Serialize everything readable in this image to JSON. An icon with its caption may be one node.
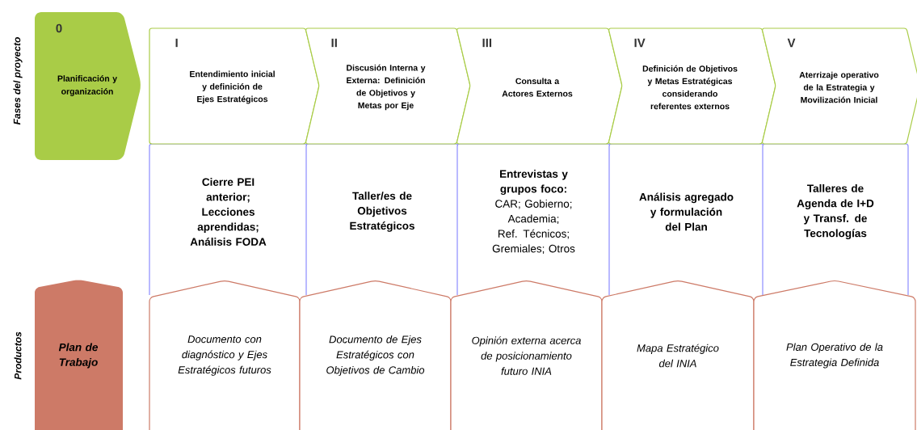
{
  "diagram": {
    "nodes": [
      {
        "text": [
          "0",
          "Planificación y organización"
        ]
      },
      {
        "text": [
          "I",
          "Entendimiento inicial y definición de Ejes Estratégicos"
        ]
      },
      {
        "text": [
          "II",
          "Discusión Interna y Externa: Definición de Objetivos y Metas por Eje"
        ]
      },
      {
        "text": [
          "III",
          "Consulta  a Actores Externos"
        ]
      },
      {
        "text": [
          "IV",
          "Definición de Objetivos y Metas Estratégicas considerando referentes externos"
        ]
      },
      {
        "text": [
          "V",
          "Aterrizaje operativo de la  Estrategia y Movilización Inicial"
        ]
      },
      {
        "text": [
          "Cierre PEI anterior; Lecciones aprendidas; Análisis FODA"
        ]
      },
      {
        "text": [
          "Taller/es de Objetivos Estratégicos"
        ]
      },
      {
        "text": [
          "**Entrevistas y grupos foco:** CAR; Gobierno; Academia; Ref. Técnicos; Gremiales; Otros"
        ]
      },
      {
        "text": [
          "Análisis agregado y formulación del Plan"
        ]
      },
      {
        "text": [
          "Talleres de Agenda de I+D y Transf. de Tecnologías"
        ]
      },
      {
        "text": [
          "Plan de Trabajo"
        ]
      },
      {
        "text": [
          "Documento con diagnóstico y Ejes Estratégicos futuros"
        ]
      },
      {
        "text": [
          "Documento de Ejes Estratégicos con Objetivos de Cambio"
        ]
      },
      {
        "text": [
          "Opinión externa acerca de posicionamiento futuro INIA"
        ]
      },
      {
        "text": [
          "Mapa Estratégico del INIA"
        ]
      },
      {
        "text": [
          "Plan Operativo de la Estrategia Definida"
        ]
      }
    ],
    "labels": [
      "Fases del proyecto",
      "Productos"
    ]
  }
}
